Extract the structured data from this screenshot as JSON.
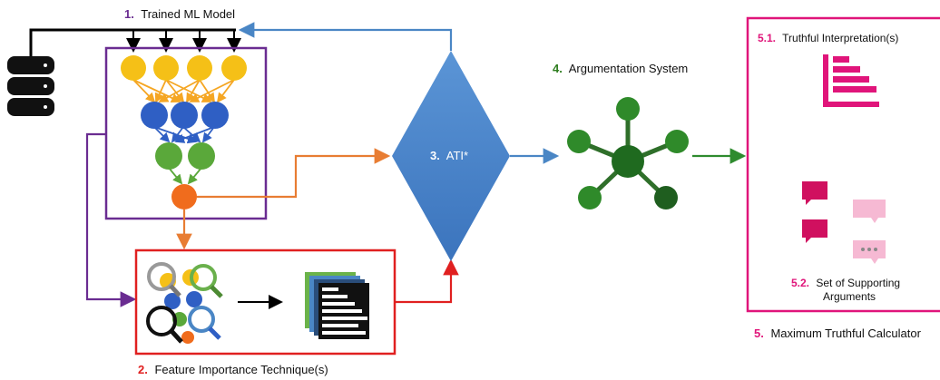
{
  "labels": {
    "trained_model": {
      "num": "1.",
      "text": "Trained ML Model"
    },
    "feature_importance": {
      "num": "2.",
      "text": "Feature Importance Technique(s)"
    },
    "ati": {
      "num": "3.",
      "text": "ATI*"
    },
    "argumentation": {
      "num": "4.",
      "text": "Argumentation System"
    },
    "truthful_interpretation": {
      "num": "5.1.",
      "text": "Truthful Interpretation(s)"
    },
    "supporting_args": {
      "num": "5.2.",
      "text": "Set of Supporting",
      "line2": "Arguments"
    },
    "max_truthful": {
      "num": "5.",
      "text": "Maximum Truthful Calculator"
    }
  },
  "colors": {
    "num_purple": "#6a2c91",
    "num_red": "#e02020",
    "num_green": "#2e7d1f",
    "num_pink": "#e0157a",
    "arrow_blue": "#4a86c5",
    "arrow_orange": "#e87d33",
    "arrow_green": "#2e8b2e",
    "box_purple": "#6a2c91",
    "box_red": "#e02020",
    "box_pink": "#e0157a",
    "node_yellow": "#f5c017",
    "node_blue": "#2f5fc4",
    "node_green": "#5aa83a",
    "node_orange": "#f06c1d",
    "diamond": "#4a84cc"
  },
  "icons": [
    "database-icon",
    "neural-network-icon",
    "magnifier-icons",
    "bar-chart-stack-icon",
    "argument-graph-icon",
    "pink-bar-chart-icon",
    "speech-bubble-icons"
  ]
}
